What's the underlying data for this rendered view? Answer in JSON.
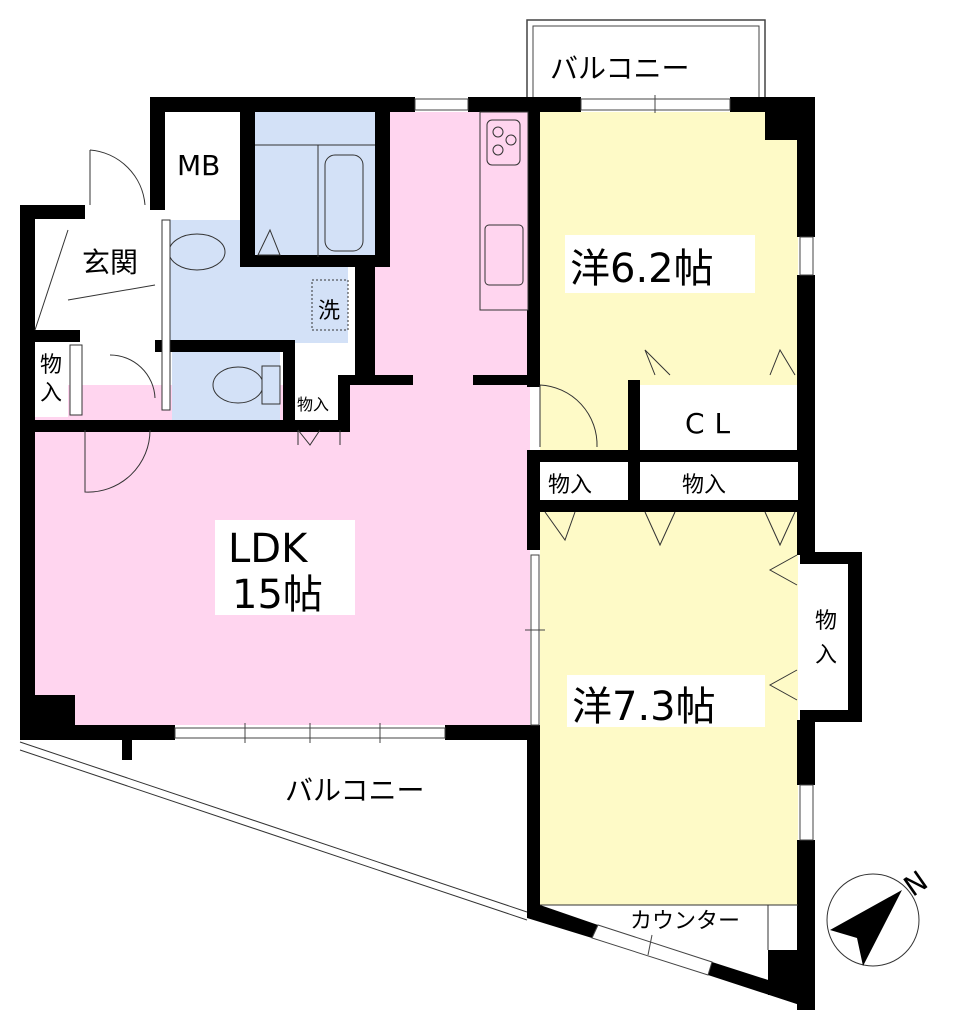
{
  "colors": {
    "ldk": "#ffd5ef",
    "western": "#fefac7",
    "wet": "#d3e1f7",
    "wall": "#000000"
  },
  "labels": {
    "balcony_top": "バルコニー",
    "balcony_bottom": "バルコニー",
    "mb": "MB",
    "entrance": "玄関",
    "laundry": "洗",
    "storage_entrance_1": "物",
    "storage_entrance_2": "入",
    "storage_toilet": "物入",
    "room_western_1": "洋6.2帖",
    "closet": "CL",
    "storage_mid_left": "物入",
    "storage_mid_right": "物入",
    "room_ldk_1": "LDK",
    "room_ldk_2": "15帖",
    "storage_right_1": "物",
    "storage_right_2": "入",
    "room_western_2": "洋7.3帖",
    "counter": "カウンター",
    "north": "N"
  }
}
